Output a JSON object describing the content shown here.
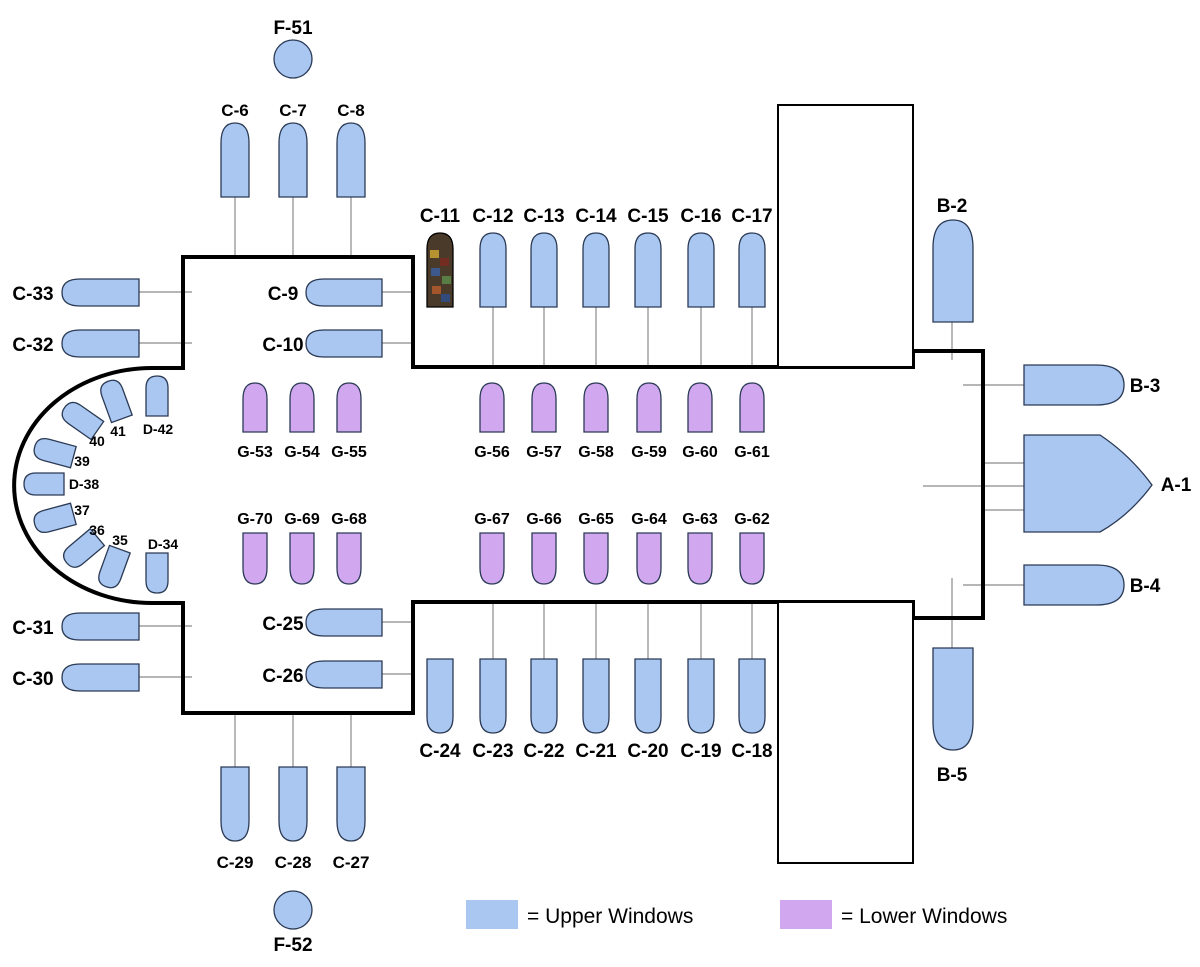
{
  "colors": {
    "upper": "#a9c7f0",
    "lower": "#d1a8f0",
    "outline": "#2b3a55",
    "stained_glass": "#4a3a2a"
  },
  "legend": {
    "upper_label": "= Upper Windows",
    "lower_label": "= Lower Windows"
  },
  "windows": {
    "A-1": "A-1",
    "B-2": "B-2",
    "B-3": "B-3",
    "B-4": "B-4",
    "B-5": "B-5",
    "C-6": "C-6",
    "C-7": "C-7",
    "C-8": "C-8",
    "C-9": "C-9",
    "C-10": "C-10",
    "C-11": "C-11",
    "C-12": "C-12",
    "C-13": "C-13",
    "C-14": "C-14",
    "C-15": "C-15",
    "C-16": "C-16",
    "C-17": "C-17",
    "C-18": "C-18",
    "C-19": "C-19",
    "C-20": "C-20",
    "C-21": "C-21",
    "C-22": "C-22",
    "C-23": "C-23",
    "C-24": "C-24",
    "C-25": "C-25",
    "C-26": "C-26",
    "C-27": "C-27",
    "C-28": "C-28",
    "C-29": "C-29",
    "C-30": "C-30",
    "C-31": "C-31",
    "C-32": "C-32",
    "C-33": "C-33",
    "D-34": "D-34",
    "35": "35",
    "36": "36",
    "37": "37",
    "D-38": "D-38",
    "39": "39",
    "40": "40",
    "41": "41",
    "D-42": "D-42",
    "F-51": "F-51",
    "F-52": "F-52",
    "G-53": "G-53",
    "G-54": "G-54",
    "G-55": "G-55",
    "G-56": "G-56",
    "G-57": "G-57",
    "G-58": "G-58",
    "G-59": "G-59",
    "G-60": "G-60",
    "G-61": "G-61",
    "G-62": "G-62",
    "G-63": "G-63",
    "G-64": "G-64",
    "G-65": "G-65",
    "G-66": "G-66",
    "G-67": "G-67",
    "G-68": "G-68",
    "G-69": "G-69",
    "G-70": "G-70"
  }
}
